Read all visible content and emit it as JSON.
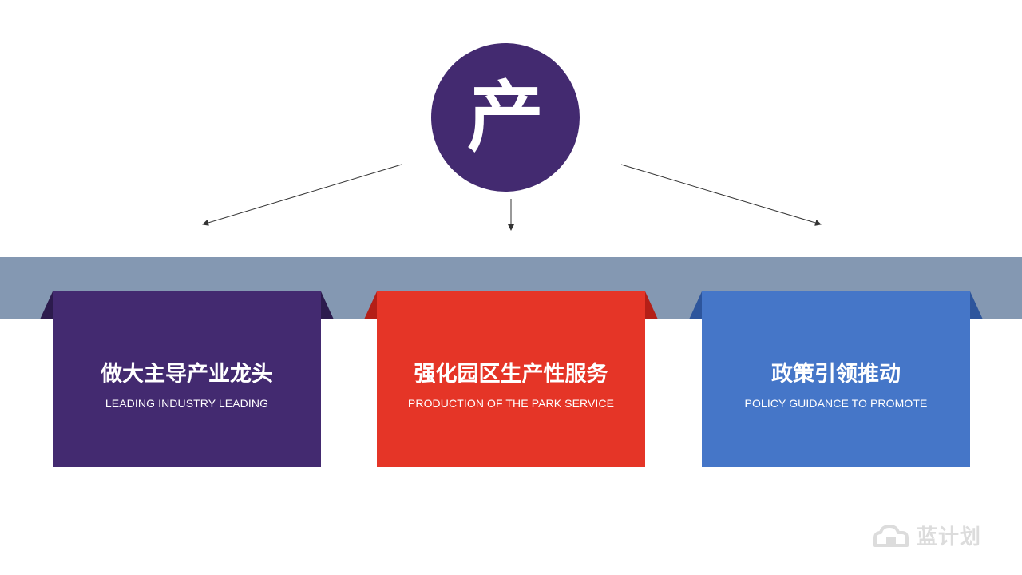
{
  "center": {
    "char": "产",
    "color": "#432a70"
  },
  "cards": [
    {
      "title": "做大主导产业龙头",
      "subtitle": "LEADING INDUSTRY LEADING",
      "color": "#432a70"
    },
    {
      "title": "强化园区生产性服务",
      "subtitle": "PRODUCTION OF  THE PARK SERVICE",
      "color": "#e53527"
    },
    {
      "title": "政策引领推动",
      "subtitle": "POLICY GUIDANCE TO PROMOTE",
      "color": "#4576c8"
    }
  ],
  "band": {
    "color": "#8498b2"
  },
  "watermark": {
    "text": "蓝计划",
    "icon": "cloud-logo-icon"
  }
}
